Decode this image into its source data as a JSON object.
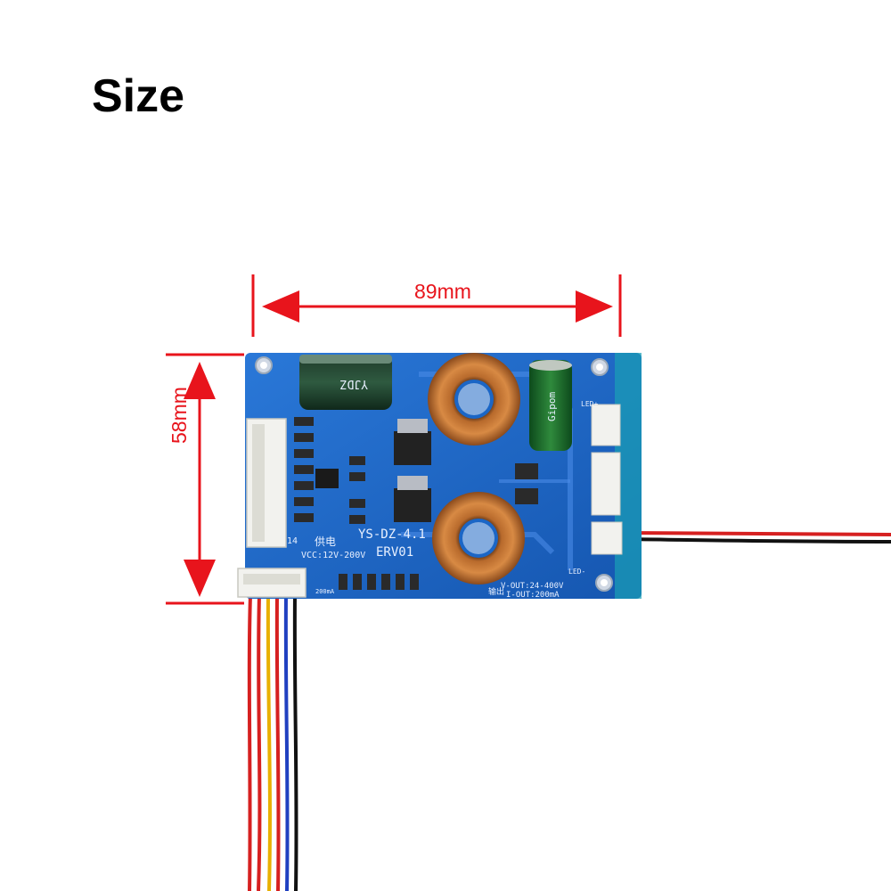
{
  "title": "Size",
  "dimensions": {
    "width_label": "89mm",
    "height_label": "58mm",
    "arrow_color": "#e8141c"
  },
  "board": {
    "model": "YS-DZ-4.1",
    "revision": "ERV01",
    "input_cn": "供电",
    "input_spec": "VCC:12V-200V",
    "pin_label": "14",
    "current_marker": "200mA",
    "output_cn": "输出",
    "v_out": "V-OUT:24-400V",
    "i_out": "I-OUT:200mA",
    "led_plus": "LED+",
    "led_minus": "LED-",
    "cap_left": "YJDZ",
    "cap_right": "Gipom",
    "pcb_color": "#1b66c6"
  }
}
